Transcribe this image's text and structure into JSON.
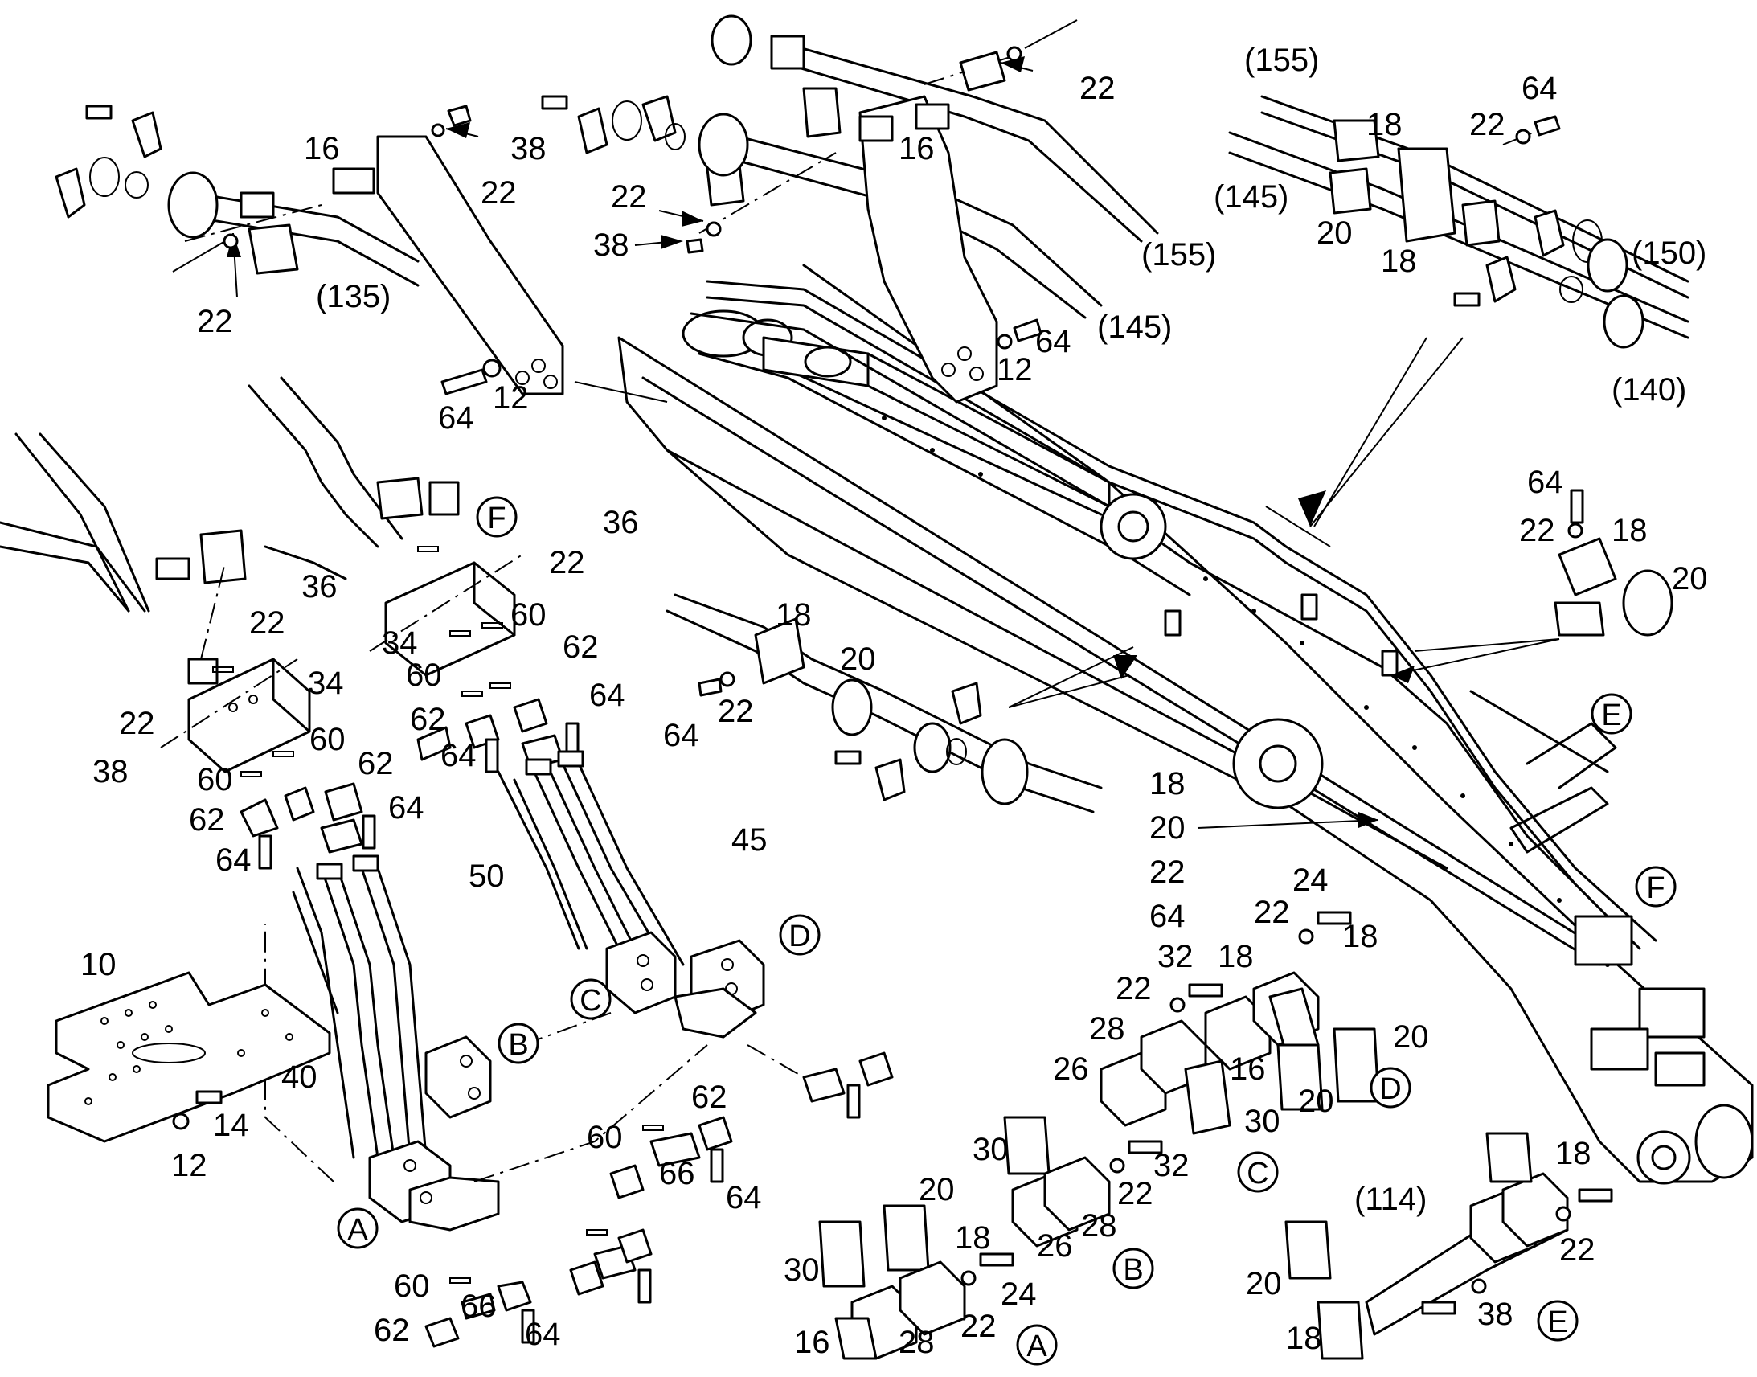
{
  "labels": {
    "l155a": "(155)",
    "l145a": "(145)",
    "l155b": "(155)",
    "l145b": "(145)",
    "l150": "(150)",
    "l140": "(140)",
    "l135": "(135)",
    "l114": "(114)",
    "n10": "10",
    "n12a": "12",
    "n12b": "12",
    "n12c": "12",
    "n14": "14",
    "n16a": "16",
    "n16b": "16",
    "n16c": "16",
    "n16d": "16",
    "n18a": "18",
    "n18b": "18",
    "n18c": "18",
    "n18d": "18",
    "n18e": "18",
    "n18f": "18",
    "n18g": "18",
    "n18h": "18",
    "n18i": "18",
    "n18j": "18",
    "n20a": "20",
    "n20b": "20",
    "n20c": "20",
    "n20d": "20",
    "n20e": "20",
    "n20f": "20",
    "n20g": "20",
    "n20h": "20",
    "n22a": "22",
    "n22b": "22",
    "n22c": "22",
    "n22d": "22",
    "n22e": "22",
    "n22f": "22",
    "n22g": "22",
    "n22h": "22",
    "n22i": "22",
    "n22j": "22",
    "n22k": "22",
    "n22l": "22",
    "n22m": "22",
    "n22n": "22",
    "n22o": "22",
    "n24a": "24",
    "n24b": "24",
    "n26a": "26",
    "n26b": "26",
    "n28a": "28",
    "n28b": "28",
    "n28c": "28",
    "n30a": "30",
    "n30b": "30",
    "n30c": "30",
    "n32a": "32",
    "n32b": "32",
    "n34a": "34",
    "n34b": "34",
    "n36a": "36",
    "n36b": "36",
    "n38a": "38",
    "n38b": "38",
    "n38c": "38",
    "n38d": "38",
    "n40": "40",
    "n45": "45",
    "n50": "50",
    "n60a": "60",
    "n60b": "60",
    "n60c": "60",
    "n60d": "60",
    "n60e": "60",
    "n60f": "60",
    "n62a": "62",
    "n62b": "62",
    "n62c": "62",
    "n62d": "62",
    "n62e": "62",
    "n62f": "62",
    "n64a": "64",
    "n64b": "64",
    "n64c": "64",
    "n64d": "64",
    "n64e": "64",
    "n64f": "64",
    "n64g": "64",
    "n64h": "64",
    "n64i": "64",
    "n64j": "64",
    "n64k": "64",
    "n66a": "66",
    "n66b": "66",
    "stack18": "18",
    "stack20": "20",
    "stack22": "22",
    "stack64": "64"
  },
  "callouts": {
    "A1": "A",
    "A2": "A",
    "B1": "B",
    "B2": "B",
    "C1": "C",
    "C2": "C",
    "D1": "D",
    "D2": "D",
    "E1": "E",
    "E2": "E",
    "F1": "F",
    "F2": "F"
  }
}
